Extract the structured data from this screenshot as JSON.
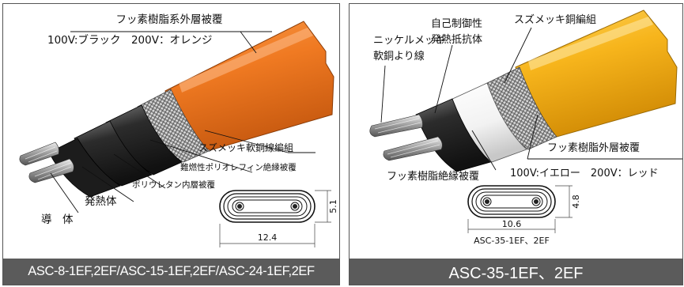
{
  "left_panel": {
    "outer_jacket_label": "フッ素樹脂系外層被覆",
    "voltage_colors": "100V:ブラック　200V：オレンジ",
    "braid_label": "スズメッキ軟銅線編組",
    "insulation_label": "難燃性ポリオレフィン絶縁被覆",
    "inner_jacket_label": "ポリウレタン内層被覆",
    "heating_element_label": "発熱体",
    "conductor_label": "導　体",
    "dim_height": "5.1",
    "dim_width": "12.4",
    "caption": "ASC-8-1EF,2EF/ASC-15-1EF,2EF/ASC-24-1EF,2EF",
    "jacket_color": "#f07a22"
  },
  "right_panel": {
    "conductor_label": "ニッケルメッキ軟銅より線",
    "conductor_label_line1": "ニッケルメッキ",
    "conductor_label_line2": "軟銅より線",
    "heater_label_line1": "自己制御性",
    "heater_label_line2": "発熱抵抗体",
    "braid_label": "スズメッキ銅編組",
    "outer_jacket_label": "フッ素樹脂外層被覆",
    "voltage_colors": "100V:イエロー　200V：レッド",
    "insulation_label": "フッ素樹脂絶縁被覆",
    "dim_height": "4.8",
    "dim_width": "10.6",
    "model_label": "ASC-35-1EF、2EF",
    "caption": "ASC-35-1EF、2EF",
    "jacket_color": "#f7b51c"
  }
}
